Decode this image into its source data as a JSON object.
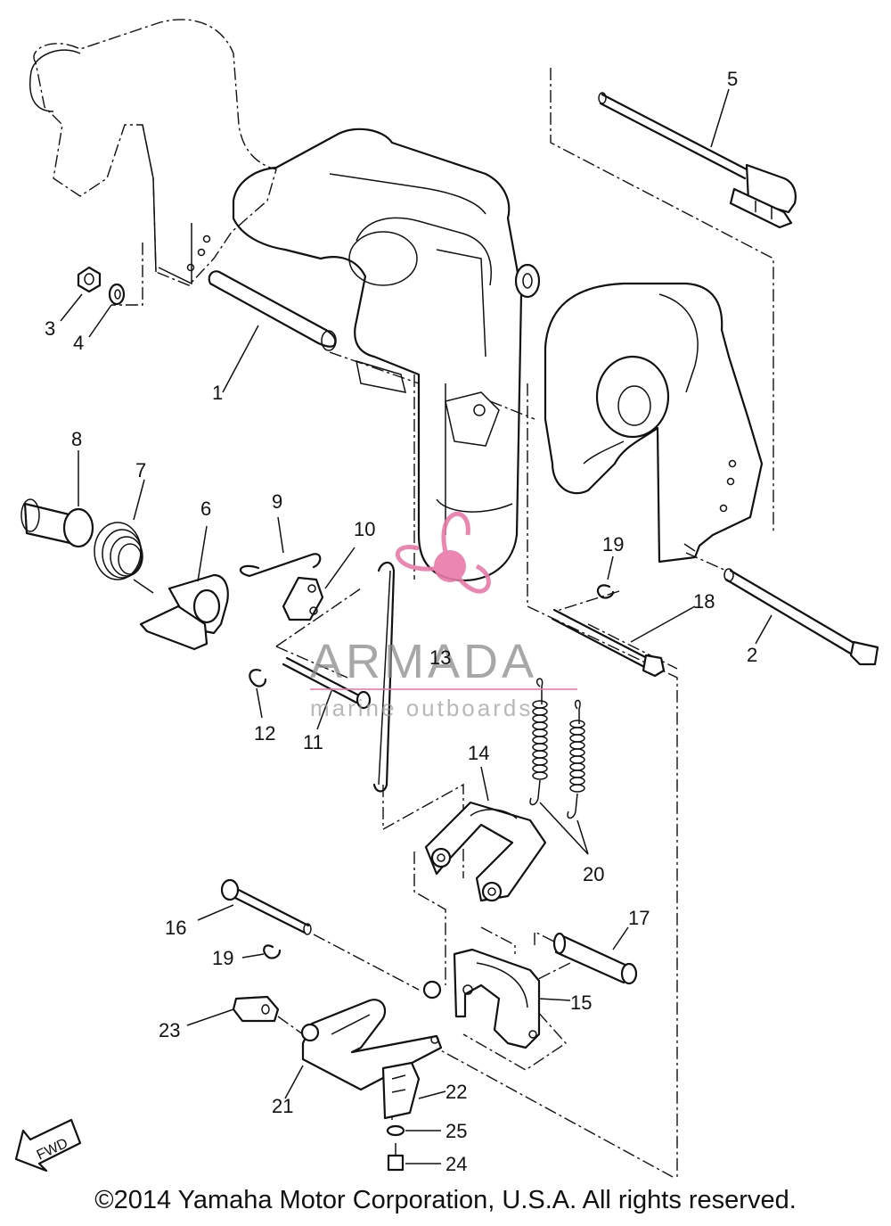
{
  "watermark": {
    "brand": "ARMADA",
    "tagline": "marine outboards"
  },
  "fwd_label": "FWD",
  "copyright": "©2014 Yamaha Motor Corporation, U.S.A. All rights reserved.",
  "callouts": [
    "1",
    "2",
    "3",
    "4",
    "5",
    "6",
    "7",
    "8",
    "9",
    "10",
    "11",
    "12",
    "13",
    "14",
    "15",
    "16",
    "17",
    "18",
    "19",
    "19",
    "20",
    "21",
    "22",
    "23",
    "24",
    "25"
  ],
  "colors": {
    "line": "#111111",
    "watermark_gray": "#8a8a8a",
    "watermark_pink": "#e87aa8"
  }
}
